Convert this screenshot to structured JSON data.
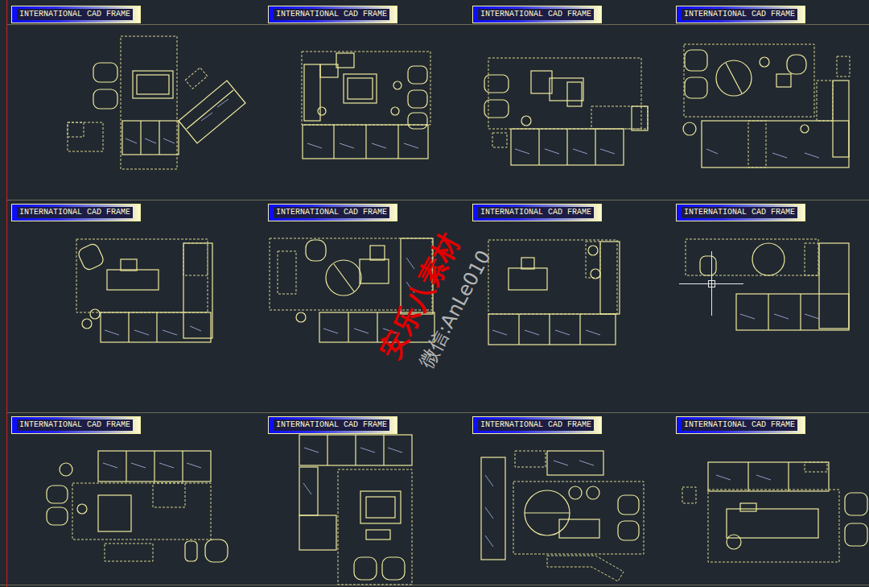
{
  "diagram": {
    "nodes": [
      {
        "text": [
          "INTERNATIONAL CAD FRAME"
        ]
      },
      {
        "text": [
          "INTERNATIONAL CAD FRAME"
        ]
      },
      {
        "text": [
          "INTERNATIONAL CAD FRAME"
        ]
      },
      {
        "text": [
          "INTERNATIONAL CAD FRAME"
        ]
      },
      {
        "text": [
          "INTERNATIONAL CAD FRAME"
        ]
      },
      {
        "text": [
          "INTERNATIONAL CAD FRAME"
        ]
      },
      {
        "text": [
          "INTERNATIONAL CAD FRAME"
        ]
      },
      {
        "text": [
          "INTERNATIONAL CAD FRAME"
        ]
      },
      {
        "text": [
          "INTERNATIONAL CAD FRAME"
        ]
      },
      {
        "text": [
          "INTERNATIONAL CAD FRAME"
        ]
      },
      {
        "text": [
          "INTERNATIONAL CAD FRAME"
        ]
      },
      {
        "text": [
          "INTERNATIONAL CAD FRAME"
        ]
      }
    ],
    "labels": [
      "安乐八素材",
      "微信:AnLe010"
    ]
  }
}
